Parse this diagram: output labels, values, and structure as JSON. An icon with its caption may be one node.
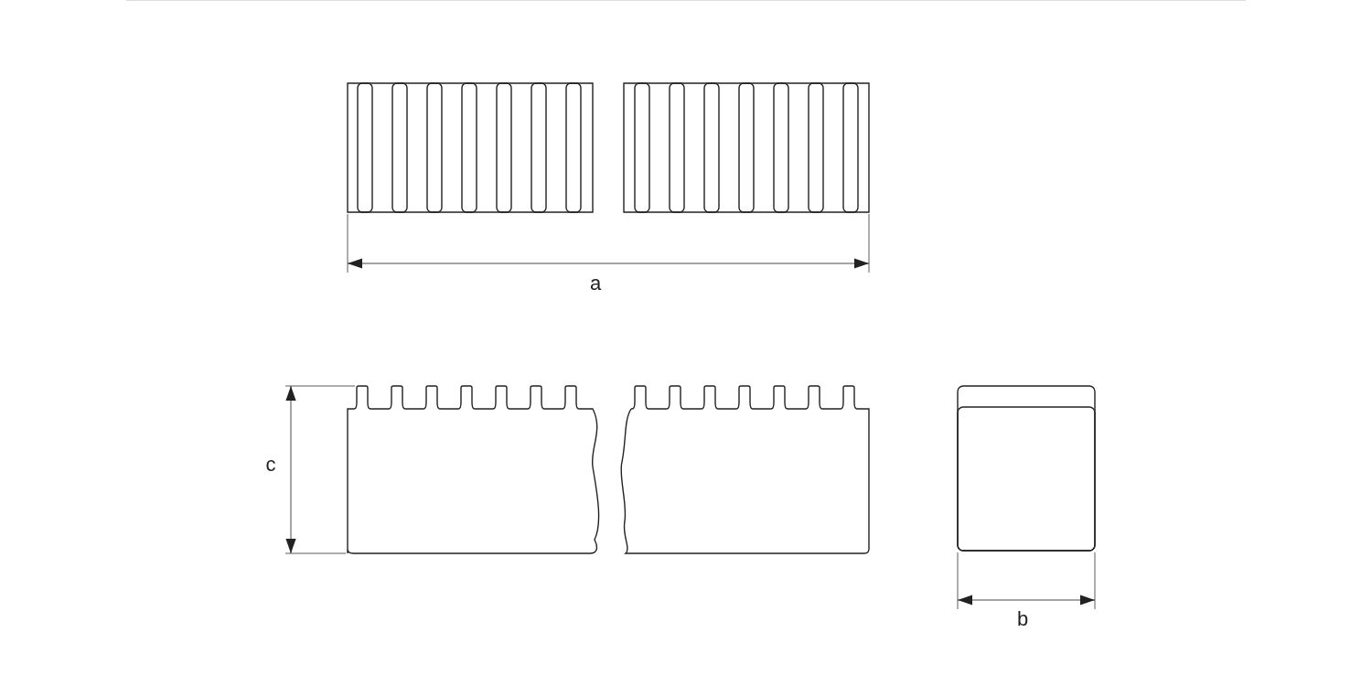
{
  "diagram": {
    "labels": [
      "a",
      "c",
      "b"
    ]
  }
}
